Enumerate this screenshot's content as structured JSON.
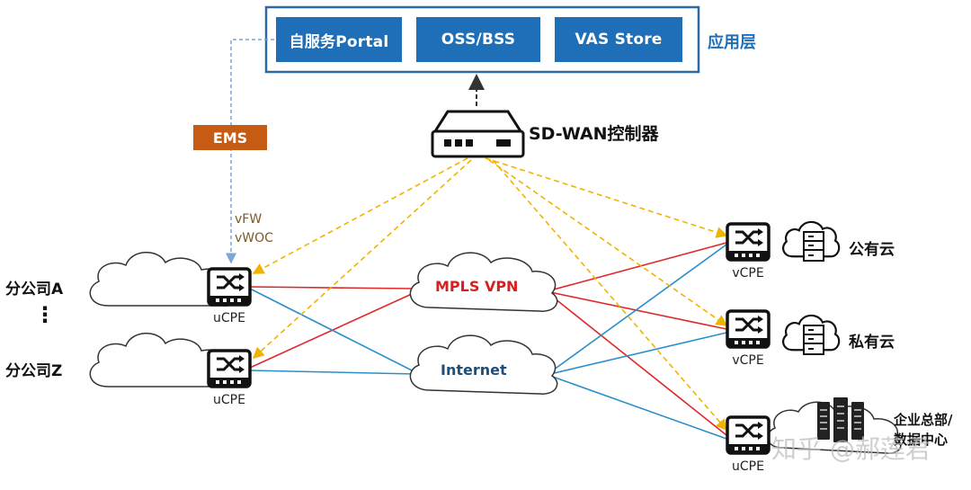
{
  "app_layer": {
    "boxes": [
      "自服务Portal",
      "OSS/BSS",
      "VAS Store"
    ],
    "label": "应用层"
  },
  "controller": {
    "label": "SD-WAN控制器"
  },
  "ems": {
    "label": "EMS"
  },
  "vnf": {
    "line1": "vFW",
    "line2": "vWOC"
  },
  "branches": {
    "a": "分公司A",
    "dots": "⋮",
    "z": "分公司Z"
  },
  "devices": {
    "ucpe_a": "uCPE",
    "ucpe_z": "uCPE",
    "vcpe_public": "vCPE",
    "vcpe_private": "vCPE",
    "ucpe_hq": "uCPE"
  },
  "networks": {
    "mpls": "MPLS VPN",
    "internet": "Internet"
  },
  "destinations": {
    "public_cloud": "公有云",
    "private_cloud": "私有云",
    "hq_line1": "企业总部/",
    "hq_line2": "数据中心"
  },
  "watermark": "知乎 @郝莲君",
  "colors": {
    "app_blue": "#1f6fb8",
    "ems_orange": "#c65c13",
    "mpls_red": "#e02828",
    "internet_blue": "#2a8fc9",
    "control_yellow": "#f0b400",
    "label_blue": "#1f6fb8",
    "mpls_text": "#d81f1f",
    "internet_text": "#1f4e79",
    "vnf_text": "#7a5a2a"
  },
  "icons": [
    "switch-icon",
    "cloud-icon",
    "server-icon",
    "controller-icon",
    "datacenter-icon"
  ]
}
